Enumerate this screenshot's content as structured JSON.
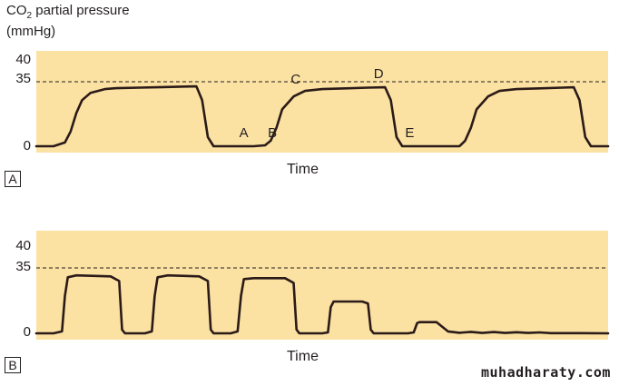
{
  "ylabel_main": "CO",
  "ylabel_sub": "2",
  "ylabel_rest": " partial pressure",
  "ylabel_unit": "(mmHg)",
  "watermark": "muhadharaty.com",
  "colors": {
    "panel_bg": "#fbe2a3",
    "line": "#2b1a18",
    "reference": "#231f20"
  },
  "chart_data": [
    {
      "type": "line",
      "panel_label": "A",
      "xlabel": "Time",
      "yticks": [
        0,
        35,
        40
      ],
      "ylim": [
        -2,
        52
      ],
      "xlim": [
        0,
        100
      ],
      "reference_line": {
        "y": 35,
        "style": "dashed"
      },
      "grid": false,
      "series": [
        {
          "x": [
            0,
            3,
            5,
            6,
            7,
            8,
            9.5,
            12,
            14,
            18,
            22,
            26,
            28,
            29,
            30,
            31,
            32,
            35,
            38,
            40,
            41,
            42,
            43,
            45,
            47,
            50,
            54,
            58,
            61,
            62,
            63,
            64,
            65,
            68,
            71,
            74,
            75,
            76,
            77,
            79,
            81,
            84,
            88,
            92,
            94,
            95,
            96,
            97,
            98,
            100
          ],
          "y": [
            0,
            0,
            2,
            8,
            18,
            25,
            29,
            31,
            31.5,
            31.8,
            32.1,
            32.4,
            32.5,
            25,
            5,
            0,
            0,
            0,
            0,
            0.5,
            3,
            10,
            20,
            27,
            30,
            31,
            31.4,
            31.8,
            32,
            25,
            5,
            0,
            0,
            0,
            0,
            0,
            3,
            10,
            20,
            27,
            30,
            31,
            31.4,
            31.8,
            32,
            25,
            5,
            0,
            0,
            0
          ]
        }
      ],
      "annotations": [
        {
          "text": "A",
          "x": 35.5,
          "y": 5
        },
        {
          "text": "B",
          "x": 40.5,
          "y": 5
        },
        {
          "text": "C",
          "x": 44.5,
          "y": 34
        },
        {
          "text": "D",
          "x": 59,
          "y": 37
        },
        {
          "text": "E",
          "x": 64.5,
          "y": 5
        }
      ]
    },
    {
      "type": "line",
      "panel_label": "B",
      "xlabel": "Time",
      "yticks": [
        0,
        35,
        40
      ],
      "ylim": [
        -2,
        52
      ],
      "xlim": [
        0,
        100
      ],
      "reference_line": {
        "y": 35,
        "style": "dashed"
      },
      "grid": false,
      "series": [
        {
          "x": [
            0,
            3,
            4.5,
            5,
            5.5,
            7,
            13,
            14.5,
            15,
            15.5,
            19,
            20.2,
            20.7,
            21.2,
            23,
            28.5,
            30,
            30.5,
            31,
            34,
            35.2,
            35.8,
            36.3,
            38,
            43.5,
            45,
            45.5,
            46,
            50,
            51,
            51.5,
            52,
            53,
            57,
            58,
            58.5,
            59,
            61,
            65,
            66,
            66.6,
            67,
            68,
            70,
            72,
            74,
            76,
            78,
            80,
            82,
            84,
            86,
            88,
            90,
            95,
            100
          ],
          "y": [
            0,
            0,
            1,
            20,
            30,
            31,
            30.5,
            28,
            2,
            0,
            0,
            1,
            20,
            30,
            31,
            30.5,
            28,
            2,
            0,
            0,
            1,
            20,
            29,
            29.5,
            29.5,
            27,
            2,
            0,
            0,
            0.5,
            14,
            17,
            17,
            17,
            16,
            2,
            0,
            0,
            0,
            0.5,
            5.5,
            6,
            6,
            6,
            1,
            0.3,
            0.8,
            0.2,
            0.7,
            0.2,
            0.6,
            0.2,
            0.5,
            0.1,
            0.1,
            0
          ]
        }
      ],
      "annotations": []
    }
  ]
}
